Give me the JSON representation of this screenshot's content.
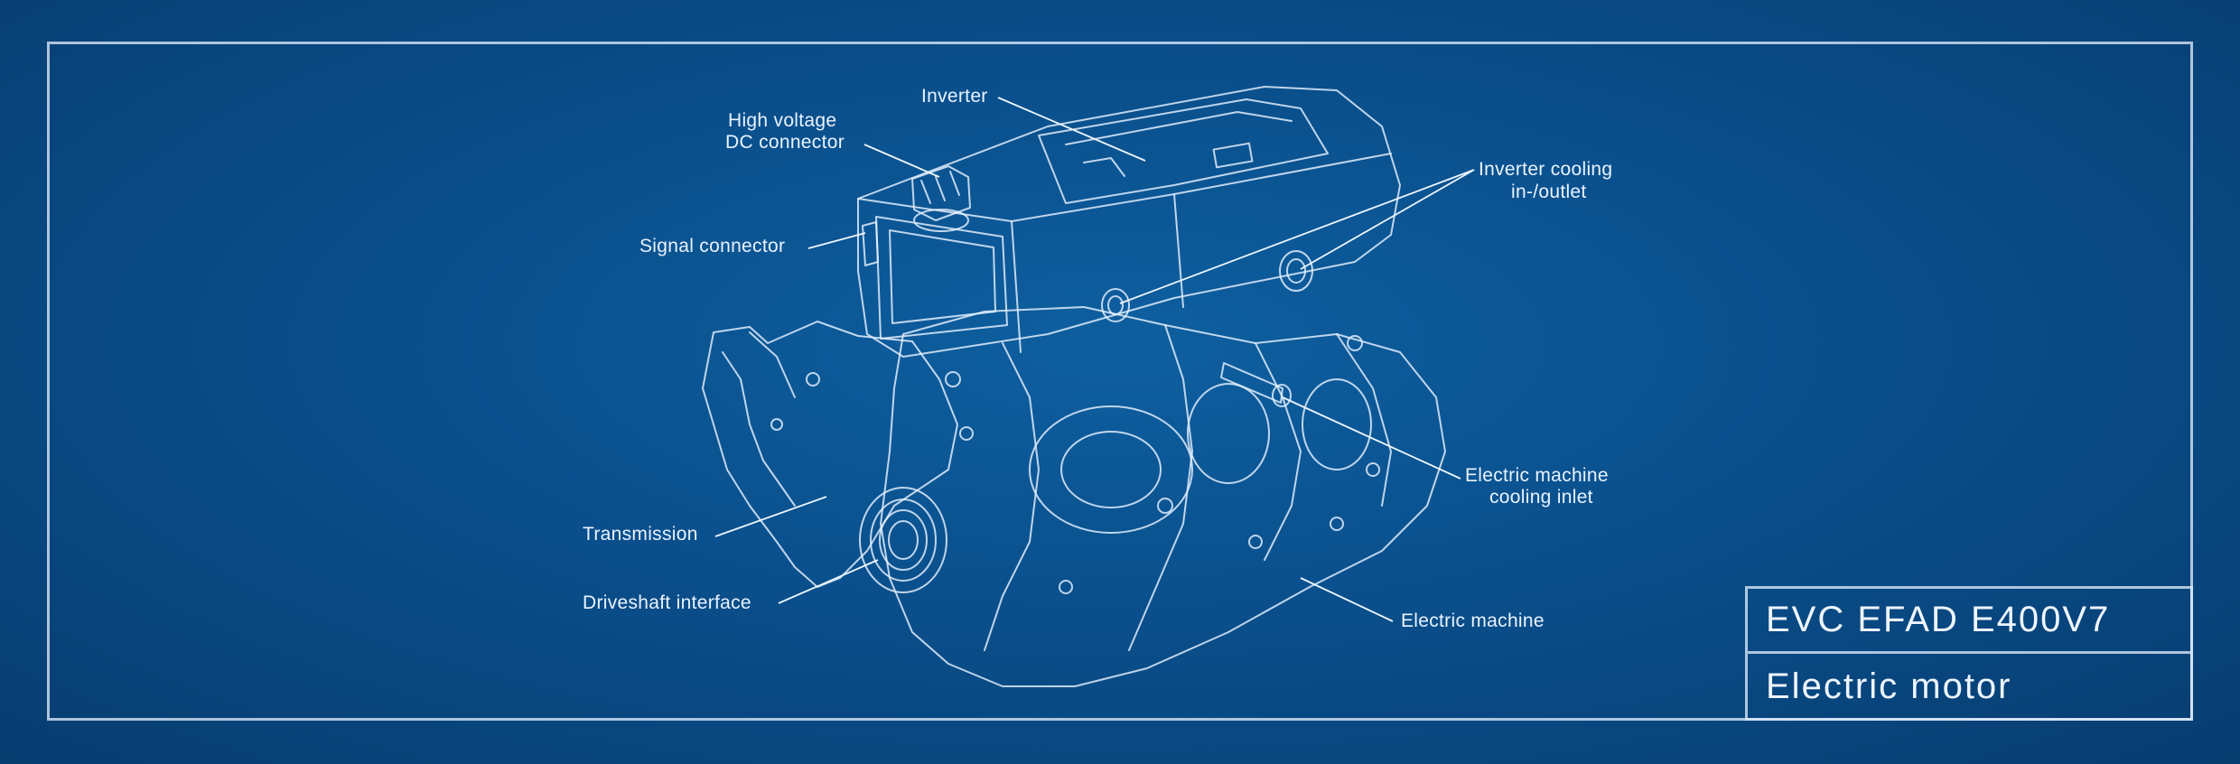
{
  "title_block": {
    "model": "EVC EFAD E400V7",
    "description": "Electric motor"
  },
  "callouts": {
    "inverter": "Inverter",
    "hv_dc_line1": "High voltage",
    "hv_dc_line2": "DC connector",
    "signal_connector": "Signal connector",
    "inverter_cooling_line1": "Inverter cooling",
    "inverter_cooling_line2": "in-/outlet",
    "transmission": "Transmission",
    "driveshaft_interface": "Driveshaft interface",
    "em_cooling_line1": "Electric machine",
    "em_cooling_line2": "cooling inlet",
    "electric_machine": "Electric machine"
  },
  "colors": {
    "background": "#0a4f8c",
    "line": "#e3efff"
  }
}
